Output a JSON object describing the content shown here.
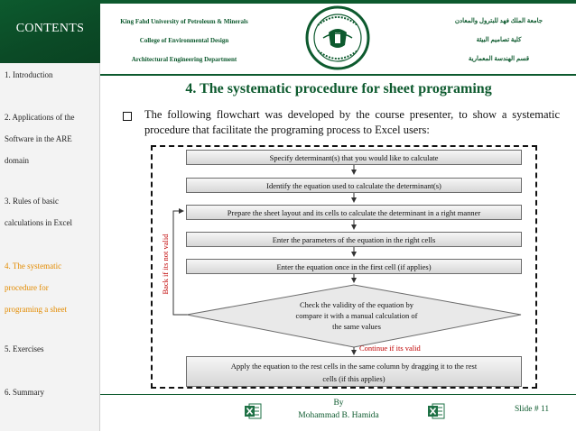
{
  "sidebar": {
    "title": "CONTENTS",
    "items": [
      {
        "lines": [
          "1. Introduction"
        ],
        "active": false
      },
      {
        "lines": [
          "2. Applications of the",
          "Software in the ARE",
          "domain"
        ],
        "active": false
      },
      {
        "lines": [
          "3. Rules of basic",
          "calculations in Excel"
        ],
        "active": false
      },
      {
        "lines": [
          "4. The systematic",
          "procedure for",
          "programing  a sheet"
        ],
        "active": true
      },
      {
        "lines": [
          "5. Exercises"
        ],
        "active": false
      },
      {
        "lines": [
          "6. Summary"
        ],
        "active": false
      }
    ]
  },
  "header": {
    "en_line1": "King Fahd University of Petroleum & Minerals",
    "en_line2": "College of Environmental Design",
    "en_line3": "Architectural Engineering Department",
    "ar_line1": "جامعة الملك فهد للبترول والمعادن",
    "ar_line2": "كلية تصاميم البيئة",
    "ar_line3": "قسم الهندسة المعمارية"
  },
  "slide": {
    "title": "4. The systematic procedure for sheet programing",
    "intro": "The following flowchart was developed by the course presenter, to show a systematic procedure that facilitate the programing process to Excel users:"
  },
  "flowchart": {
    "steps": [
      "Specify determinant(s) that you would like to calculate",
      "Identify the equation used to calculate the determinant(s)",
      "Prepare the sheet layout and its cells to calculate the determinant in a right manner",
      "Enter the parameters of the equation in the right cells",
      "Enter the equation once in the first cell (if applies)"
    ],
    "decision_line1": "Check the validity of the equation by",
    "decision_line2": "compare it with a manual calculation of",
    "decision_line3": "the same values",
    "final_line1": "Apply the equation to the rest cells in the same column by dragging it to the rest",
    "final_line2": "cells (if this applies)",
    "back_label": "Back if its not valid",
    "continue_label": "Continue if its valid"
  },
  "footer": {
    "by": "By",
    "author": "Mohammad B. Hamida",
    "slide_number": "Slide # 11"
  },
  "colors": {
    "brand_green": "#0d5a2e",
    "active_item": "#e38b00",
    "label_red": "#c00000"
  },
  "icons": {
    "logo": "university-seal-icon",
    "excel": "excel-icon"
  }
}
